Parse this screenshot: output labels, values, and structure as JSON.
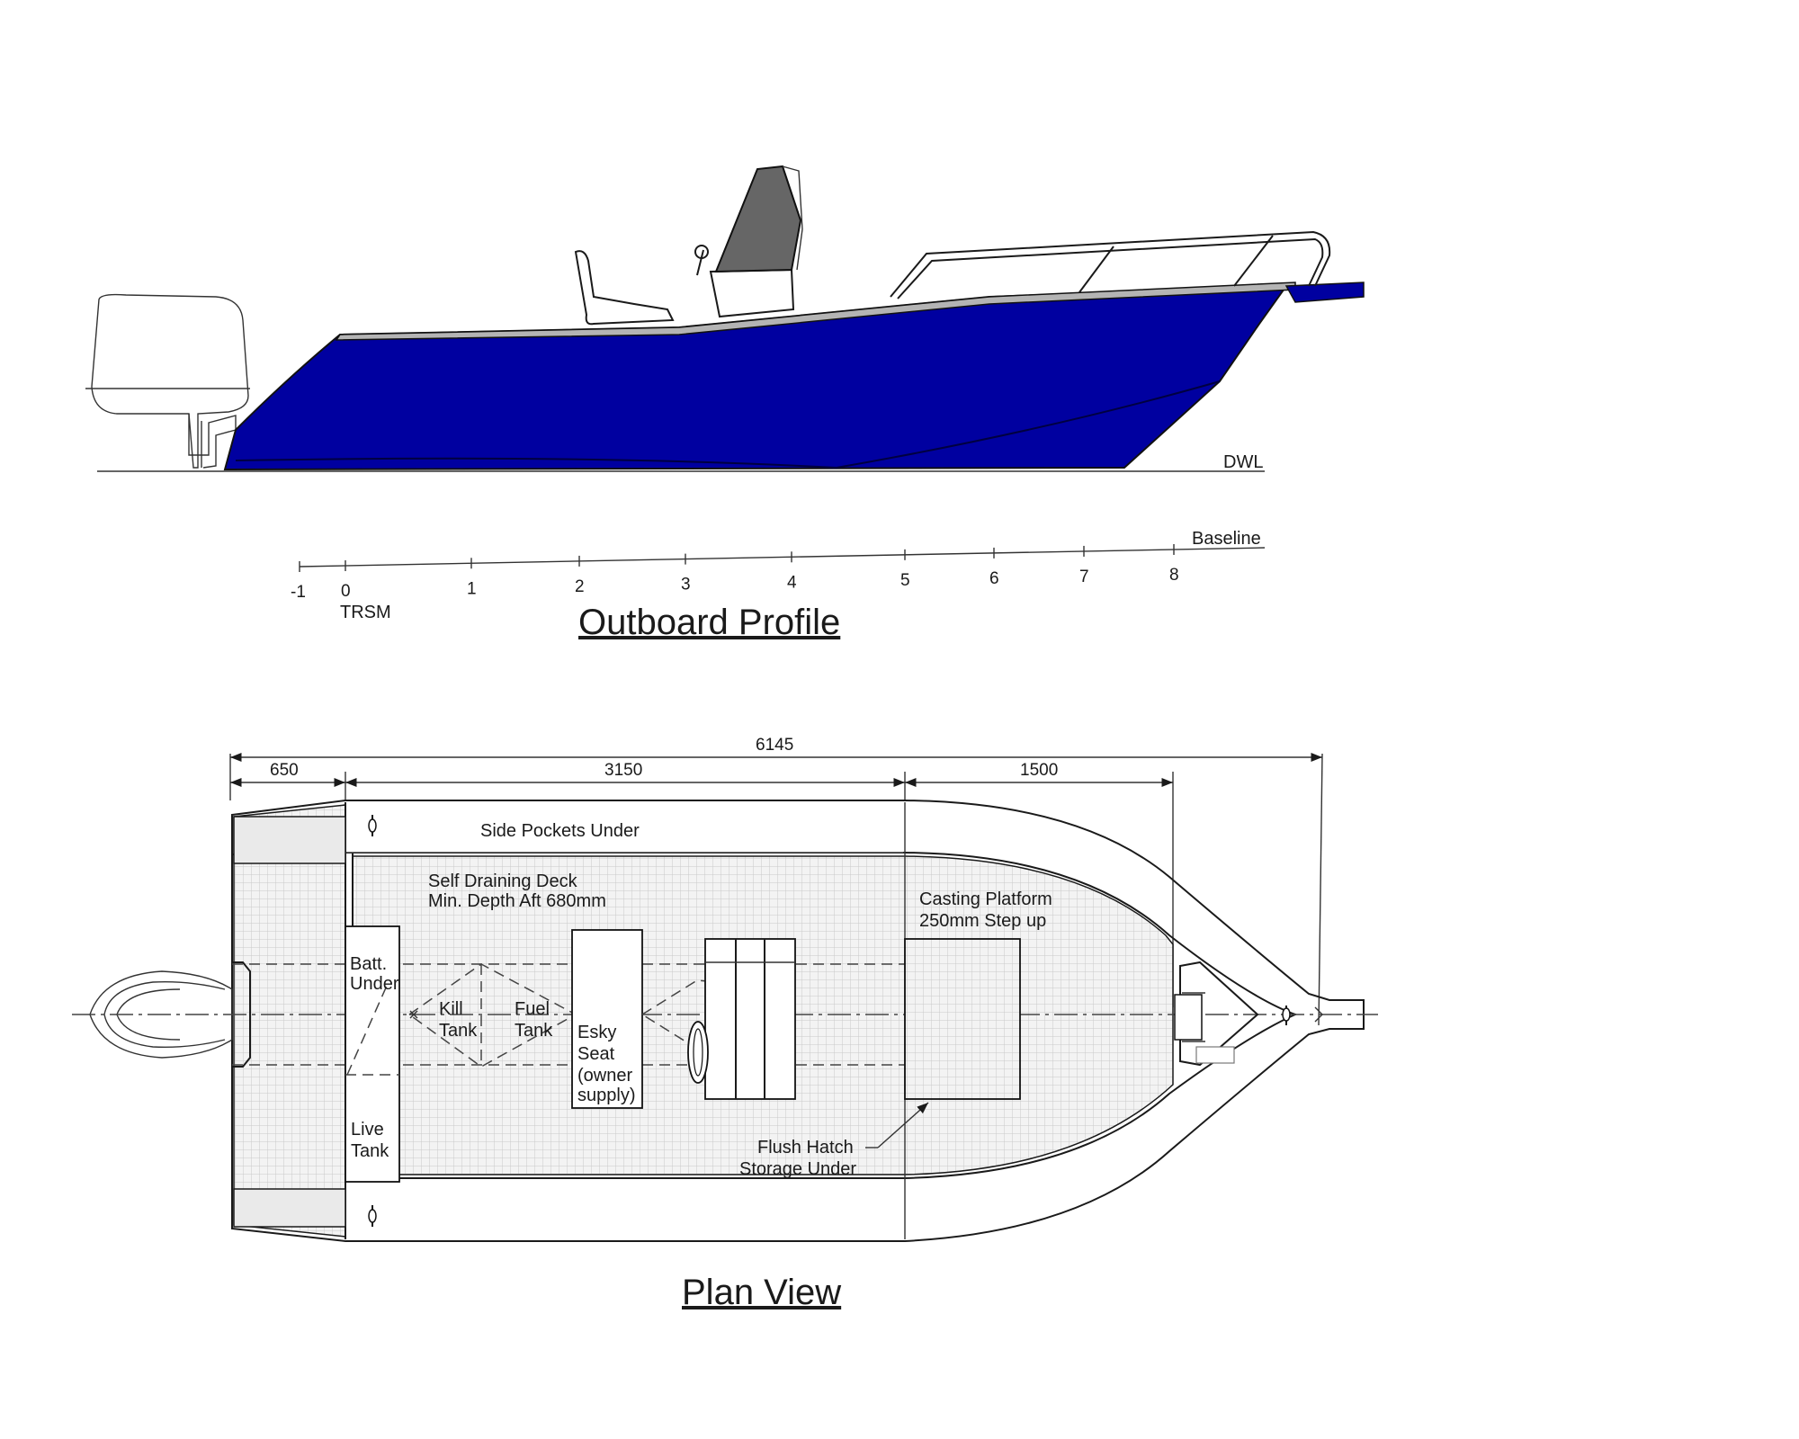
{
  "profile": {
    "title": "Outboard Profile",
    "dwl_label": "DWL",
    "baseline_label": "Baseline",
    "trsm_label": "TRSM",
    "stations": [
      "-1",
      "0",
      "1",
      "2",
      "3",
      "4",
      "5",
      "6",
      "7",
      "8"
    ],
    "hull_color": "#0000a0"
  },
  "plan": {
    "title": "Plan View",
    "dimensions": {
      "overall": "6145",
      "aft": "650",
      "mid": "3150",
      "fwd": "1500"
    },
    "labels": {
      "side_pockets": "Side Pockets Under",
      "deck_line1": "Self Draining Deck",
      "deck_line2": "Min. Depth Aft 680mm",
      "casting_line1": "Casting Platform",
      "casting_line2": "250mm Step up",
      "batt_line1": "Batt.",
      "batt_line2": "Under",
      "kill_line1": "Kill",
      "kill_line2": "Tank",
      "fuel_line1": "Fuel",
      "fuel_line2": "Tank",
      "esky_line1": "Esky",
      "esky_line2": "Seat",
      "esky_line3": "(owner",
      "esky_line4": "supply)",
      "live_line1": "Live",
      "live_line2": "Tank",
      "hatch_line1": "Flush Hatch",
      "hatch_line2": "Storage Under"
    }
  }
}
